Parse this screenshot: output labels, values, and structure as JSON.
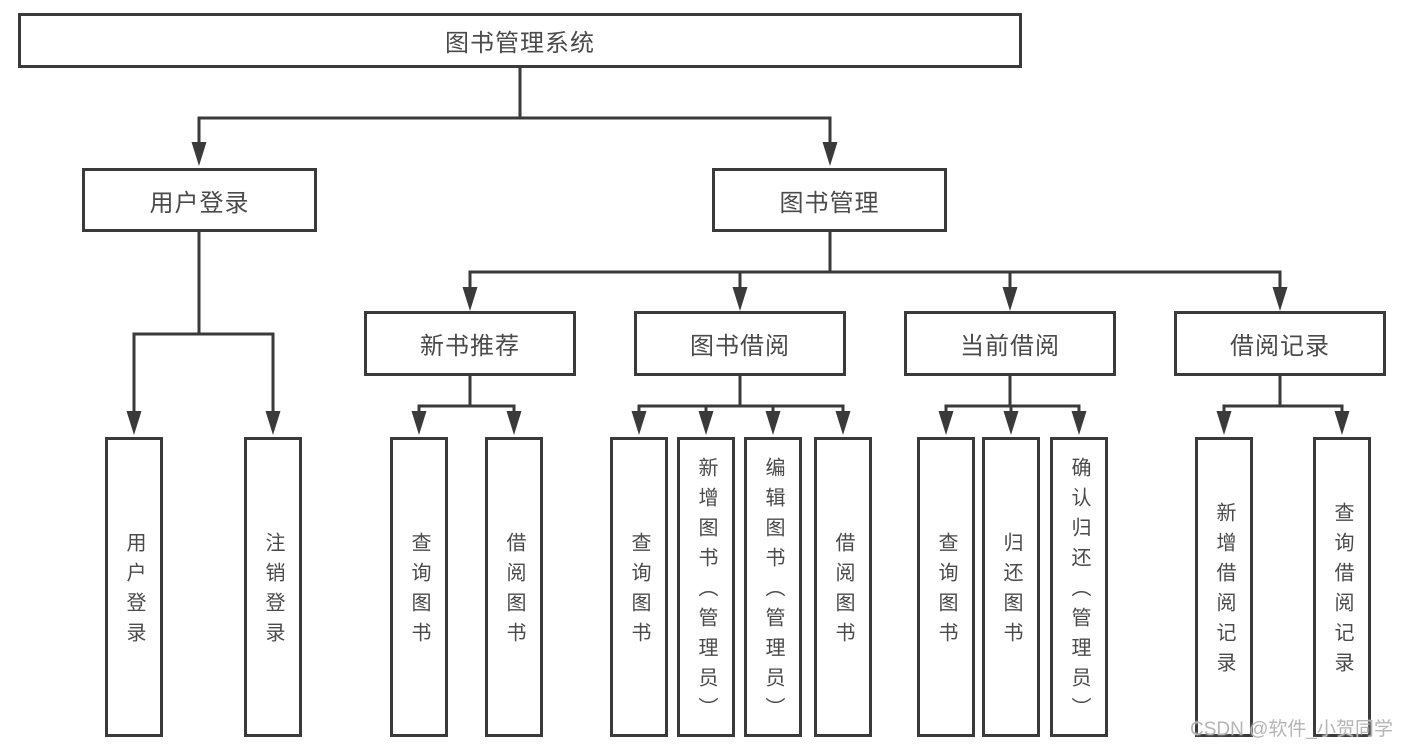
{
  "tree": {
    "root": {
      "label": "图书管理系统"
    },
    "level2": [
      {
        "label": "用户登录",
        "children": [
          {
            "label": "用户登录"
          },
          {
            "label": "注销登录"
          }
        ]
      },
      {
        "label": "图书管理",
        "groups": [
          {
            "label": "新书推荐",
            "children": [
              {
                "label": "查询图书"
              },
              {
                "label": "借阅图书"
              }
            ]
          },
          {
            "label": "图书借阅",
            "children": [
              {
                "label": "查询图书"
              },
              {
                "label": "新增图书（管理员）"
              },
              {
                "label": "编辑图书（管理员）"
              },
              {
                "label": "借阅图书"
              }
            ]
          },
          {
            "label": "当前借阅",
            "children": [
              {
                "label": "查询图书"
              },
              {
                "label": "归还图书"
              },
              {
                "label": "确认归还（管理员）"
              }
            ]
          },
          {
            "label": "借阅记录",
            "children": [
              {
                "label": "新增借阅记录"
              },
              {
                "label": "查询借阅记录"
              }
            ]
          }
        ]
      }
    ]
  },
  "watermark": {
    "text": "CSDN @软件_小贺同学"
  },
  "colors": {
    "line": "#3a3a3a",
    "text": "#4a4a4a",
    "watermark": "#b5b5b5",
    "bg": "#ffffff"
  }
}
